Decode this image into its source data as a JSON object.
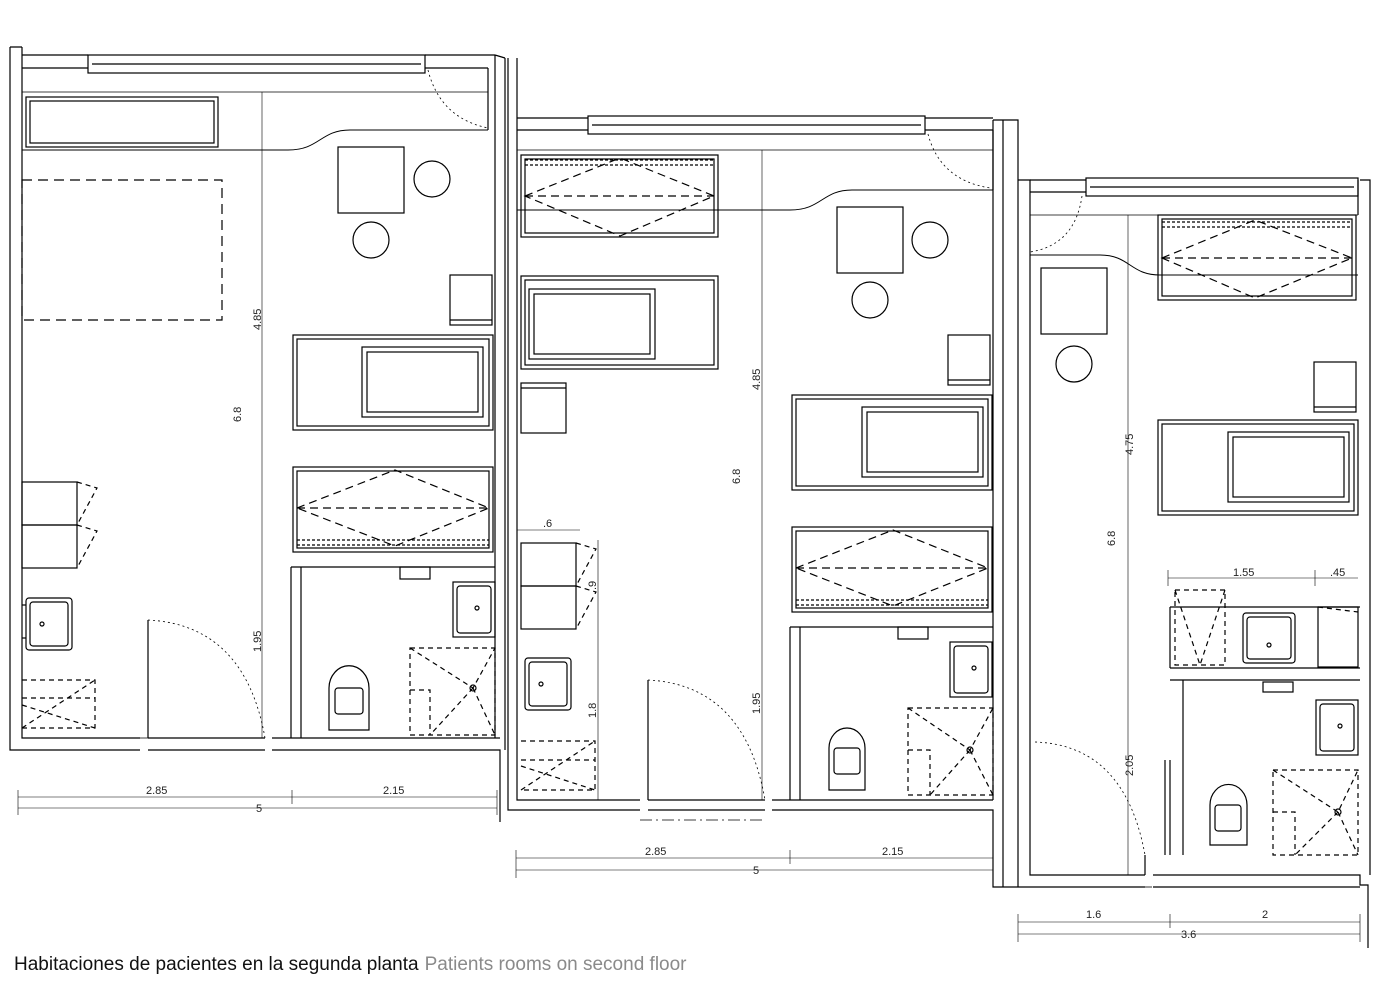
{
  "caption": {
    "spanish": "Habitaciones de pacientes en la segunda planta",
    "english": "Patients rooms on second floor"
  },
  "rooms": [
    {
      "dims_vertical": [
        "4.85",
        "6.8",
        "1.95"
      ],
      "dims_horizontal": [
        "2.85",
        "2.15",
        "5"
      ]
    },
    {
      "dims_vertical": [
        "4.85",
        "6.8",
        "1.95",
        ".9",
        "1.8"
      ],
      "dims_top": [
        ".6"
      ],
      "dims_horizontal": [
        "2.85",
        "2.15",
        "5"
      ]
    },
    {
      "dims_vertical": [
        "4.75",
        "6.8",
        "2.05"
      ],
      "dims_top": [
        "1.55",
        ".45"
      ],
      "dims_horizontal": [
        "1.6",
        "2",
        "3.6"
      ]
    }
  ]
}
